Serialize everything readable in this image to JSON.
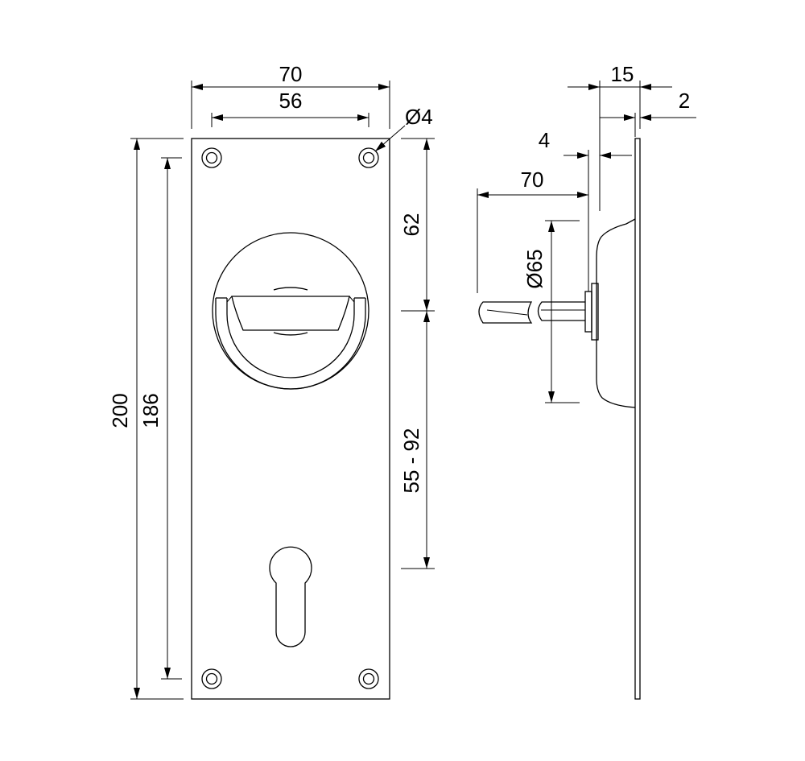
{
  "front_view": {
    "dim_overall_width": "70",
    "dim_hole_spacing_width": "56",
    "dim_hole_diameter": "Ø4",
    "dim_overall_height": "200",
    "dim_hole_spacing_height": "186",
    "dim_top_to_center": "62",
    "dim_backset_range": "55 - 92"
  },
  "side_view": {
    "dim_depth": "15",
    "dim_plate_thickness": "2",
    "dim_offset": "4",
    "dim_handle_projection": "70",
    "dim_rosette_diameter": "Ø65"
  }
}
